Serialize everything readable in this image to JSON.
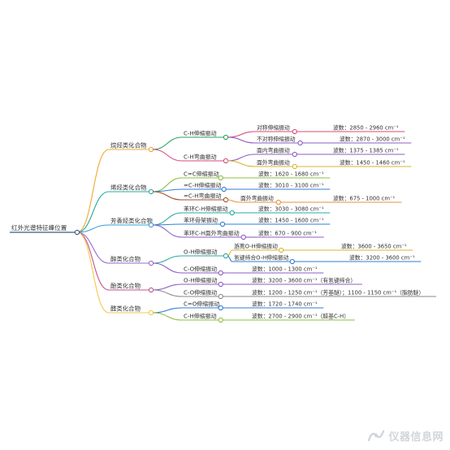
{
  "colors": {
    "root": "#3b5b7d",
    "alkane": "#f0a830",
    "alkene": "#2aa8a0",
    "aromatic": "#3aa0d8",
    "alcohol": "#9b6bcf",
    "phenol": "#c2548e",
    "aldehyde": "#f2c94c",
    "sub_green": "#27a45a",
    "sub_pink": "#d84a7d",
    "sub_purple": "#8e5cc7",
    "sub_yellow": "#d9b530",
    "sub_blue": "#2c7fd6",
    "sub_brown": "#a0522d",
    "sub_orange": "#e8923a",
    "sub_teal": "#2aa8a0",
    "sub_gray": "#8a8a8a",
    "sub_lime": "#8cbf3f"
  },
  "root": {
    "label": "红外光谱特征峰位置"
  },
  "groups": [
    {
      "id": "alkane",
      "label": "烷烃类化合物",
      "color": "#f0a830",
      "children": [
        {
          "label": "C-H伸缩振动",
          "color": "#27a45a",
          "children": [
            {
              "label": "对称伸缩振动",
              "color": "#d84a7d",
              "value": "波数：2850 - 2960 cm⁻¹"
            },
            {
              "label": "不对称伸缩振动",
              "color": "#8e5cc7",
              "value": "波数：2870 - 3000 cm⁻¹"
            }
          ]
        },
        {
          "label": "C-H弯曲振动",
          "color": "#d84a7d",
          "children": [
            {
              "label": "面内弯曲振动",
              "color": "#8e5cc7",
              "value": "波数：1375 - 1385 cm⁻¹"
            },
            {
              "label": "面外弯曲振动",
              "color": "#d9b530",
              "value": "波数：1450 - 1460 cm⁻¹"
            }
          ]
        }
      ]
    },
    {
      "id": "alkene",
      "label": "烯烃类化合物",
      "color": "#2aa8a0",
      "children": [
        {
          "label": "C=C伸缩振动",
          "color": "#8cbf3f",
          "value": "波数：1620 - 1680 cm⁻¹"
        },
        {
          "label": "=C-H伸缩振动",
          "color": "#2c7fd6",
          "value": "波数：3010 - 3100 cm⁻¹"
        },
        {
          "label": "=C-H弯曲振动",
          "color": "#a0522d",
          "children": [
            {
              "label": "面外弯曲振动",
              "color": "#e8923a",
              "value": "波数：675 - 1000 cm⁻¹"
            }
          ]
        }
      ]
    },
    {
      "id": "aromatic",
      "label": "芳香烃类化合物",
      "color": "#3aa0d8",
      "children": [
        {
          "label": "苯环C-H伸缩振动",
          "color": "#2aa8a0",
          "value": "波数：3030 - 3080 cm⁻¹"
        },
        {
          "label": "苯环骨架振动",
          "color": "#2c7fd6",
          "value": "波数：1450 - 1600 cm⁻¹"
        },
        {
          "label": "苯环C-H面外弯曲振动",
          "color": "#8e5cc7",
          "value": "波数：670 - 900 cm⁻¹"
        }
      ]
    },
    {
      "id": "alcohol",
      "label": "醇类化合物",
      "color": "#9b6bcf",
      "children": [
        {
          "label": "O-H伸缩振动",
          "color": "#2aa8a0",
          "children": [
            {
              "label": "游离O-H伸缩振动",
              "color": "#d9b530",
              "value": "波数：3600 - 3650 cm⁻¹"
            },
            {
              "label": "氢键缔合O-H伸缩振动",
              "color": "#2c7fd6",
              "value": "波数：3200 - 3600 cm⁻¹"
            }
          ]
        },
        {
          "label": "C-O伸缩振动",
          "color": "#8e5cc7",
          "value": "波数：1000 - 1300 cm⁻¹"
        }
      ]
    },
    {
      "id": "phenol",
      "label": "酚类化合物",
      "color": "#c2548e",
      "children": [
        {
          "label": "O-H伸缩振动",
          "color": "#8e5cc7",
          "value": "波数：3200 - 3600 cm⁻¹（有氢键缔合）"
        },
        {
          "label": "C-O伸缩振动",
          "color": "#8a8a8a",
          "value": "波数：1200 - 1250 cm⁻¹（芳基醚）；1100 - 1150 cm⁻¹（脂肪醚）"
        }
      ]
    },
    {
      "id": "aldehyde",
      "label": "醛类化合物",
      "color": "#f2c94c",
      "children": [
        {
          "label": "C=O伸缩振动",
          "color": "#2c7fd6",
          "value": "波数：1720 - 1740 cm⁻¹"
        },
        {
          "label": "C-H伸缩振动",
          "color": "#8cbf3f",
          "value": "波数：2700 - 2900 cm⁻¹（醛基C-H）"
        }
      ]
    }
  ],
  "watermark": {
    "text": "仪器信息网",
    "icon": "logo-icon"
  }
}
